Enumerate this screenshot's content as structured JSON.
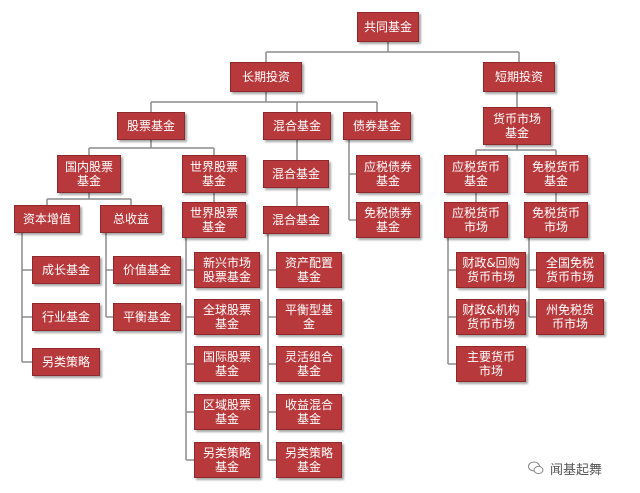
{
  "colors": {
    "box_fill": "#b8393c",
    "box_border": "#8e2a2c",
    "connector": "#8c8c8c",
    "text": "#ffffff"
  },
  "nodes": {
    "root": "共同基金",
    "long_term": "长期投资",
    "short_term": "短期投资",
    "stock_fund": "股票基金",
    "mixed_fund": "混合基金",
    "bond_fund": "债券基金",
    "money_market_fund": "货币市场\n基金",
    "domestic_stock_fund": "国内股票\n基金",
    "world_stock_fund": "世界股票\n基金",
    "mixed_fund_l3": "混合基金",
    "taxable_bond_fund": "应税债券\n基金",
    "tax_free_bond_fund": "免税债券\n基金",
    "taxable_mm_fund": "应税货币\n基金",
    "tax_free_mm_fund": "免税货币\n基金",
    "capital_appreciation": "资本增值",
    "total_return": "总收益",
    "world_stock_fund_l4": "世界股票\n基金",
    "mixed_fund_l4": "混合基金",
    "taxable_mm_market": "应税货币\n市场",
    "tax_free_mm_market": "免税货币\n市场",
    "growth_fund": "成长基金",
    "sector_fund": "行业基金",
    "alternative_strategy": "另类策略",
    "value_fund": "价值基金",
    "balanced_fund": "平衡基金",
    "emerging_markets_fund": "新兴市场\n股票基金",
    "global_stock_fund": "全球股票\n基金",
    "international_stock_fund": "国际股票\n基金",
    "regional_stock_fund": "区域股票\n基金",
    "alternative_strategy_fund_world": "另类策略\n基金",
    "asset_allocation_fund": "资产配置\n基金",
    "balanced_fund_mixed": "平衡型基\n金",
    "flexible_portfolio_fund": "灵活组合\n基金",
    "income_mixed_fund": "收益混合\n基金",
    "alternative_strategy_fund_mixed": "另类策略\n基金",
    "fiscal_repo_mm": "财政&回购\n货币市场",
    "fiscal_agency_mm": "财政&机构\n货币市场",
    "prime_mm": "主要货币\n市场",
    "national_tax_free_mm": "全国免税\n货币市场",
    "state_tax_free_mm": "州免税货\n币市场"
  },
  "watermark": {
    "icon": "wechat-icon",
    "text": "闻基起舞"
  }
}
